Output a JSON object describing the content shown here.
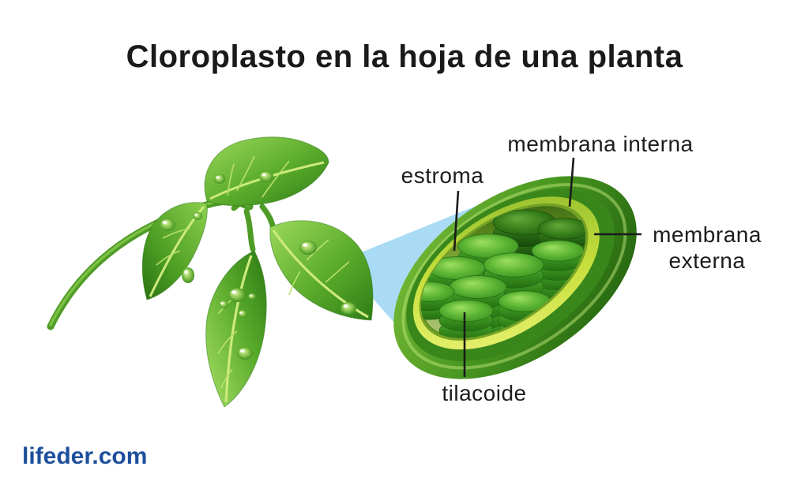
{
  "page": {
    "title": "Cloroplasto en la hoja de una planta"
  },
  "watermark": {
    "text": "lifeder.com"
  },
  "diagram": {
    "subject": "chloroplast-in-plant-leaf",
    "labels": {
      "membrana_interna": "membrana interna",
      "estroma": "estroma",
      "membrana_externa": "membrana externa",
      "tilacoide": "tilacoide"
    },
    "colors": {
      "background": "#ffffff",
      "title_text": "#1a1a1a",
      "label_text": "#1c1c1c",
      "leader_line": "#1b1b1b",
      "watermark_blue": "#1d4f9c",
      "leaf_green_light": "#9bd95a",
      "leaf_green_dark": "#2f7d16",
      "beam_blue": "#a9dcf4",
      "chloroplast_outer_green": "#2a6e12",
      "chloroplast_lip_yellow_green": "#cde23e",
      "stroma_light_yellow": "#f8fad0",
      "granum_green": "#57b12f"
    }
  }
}
